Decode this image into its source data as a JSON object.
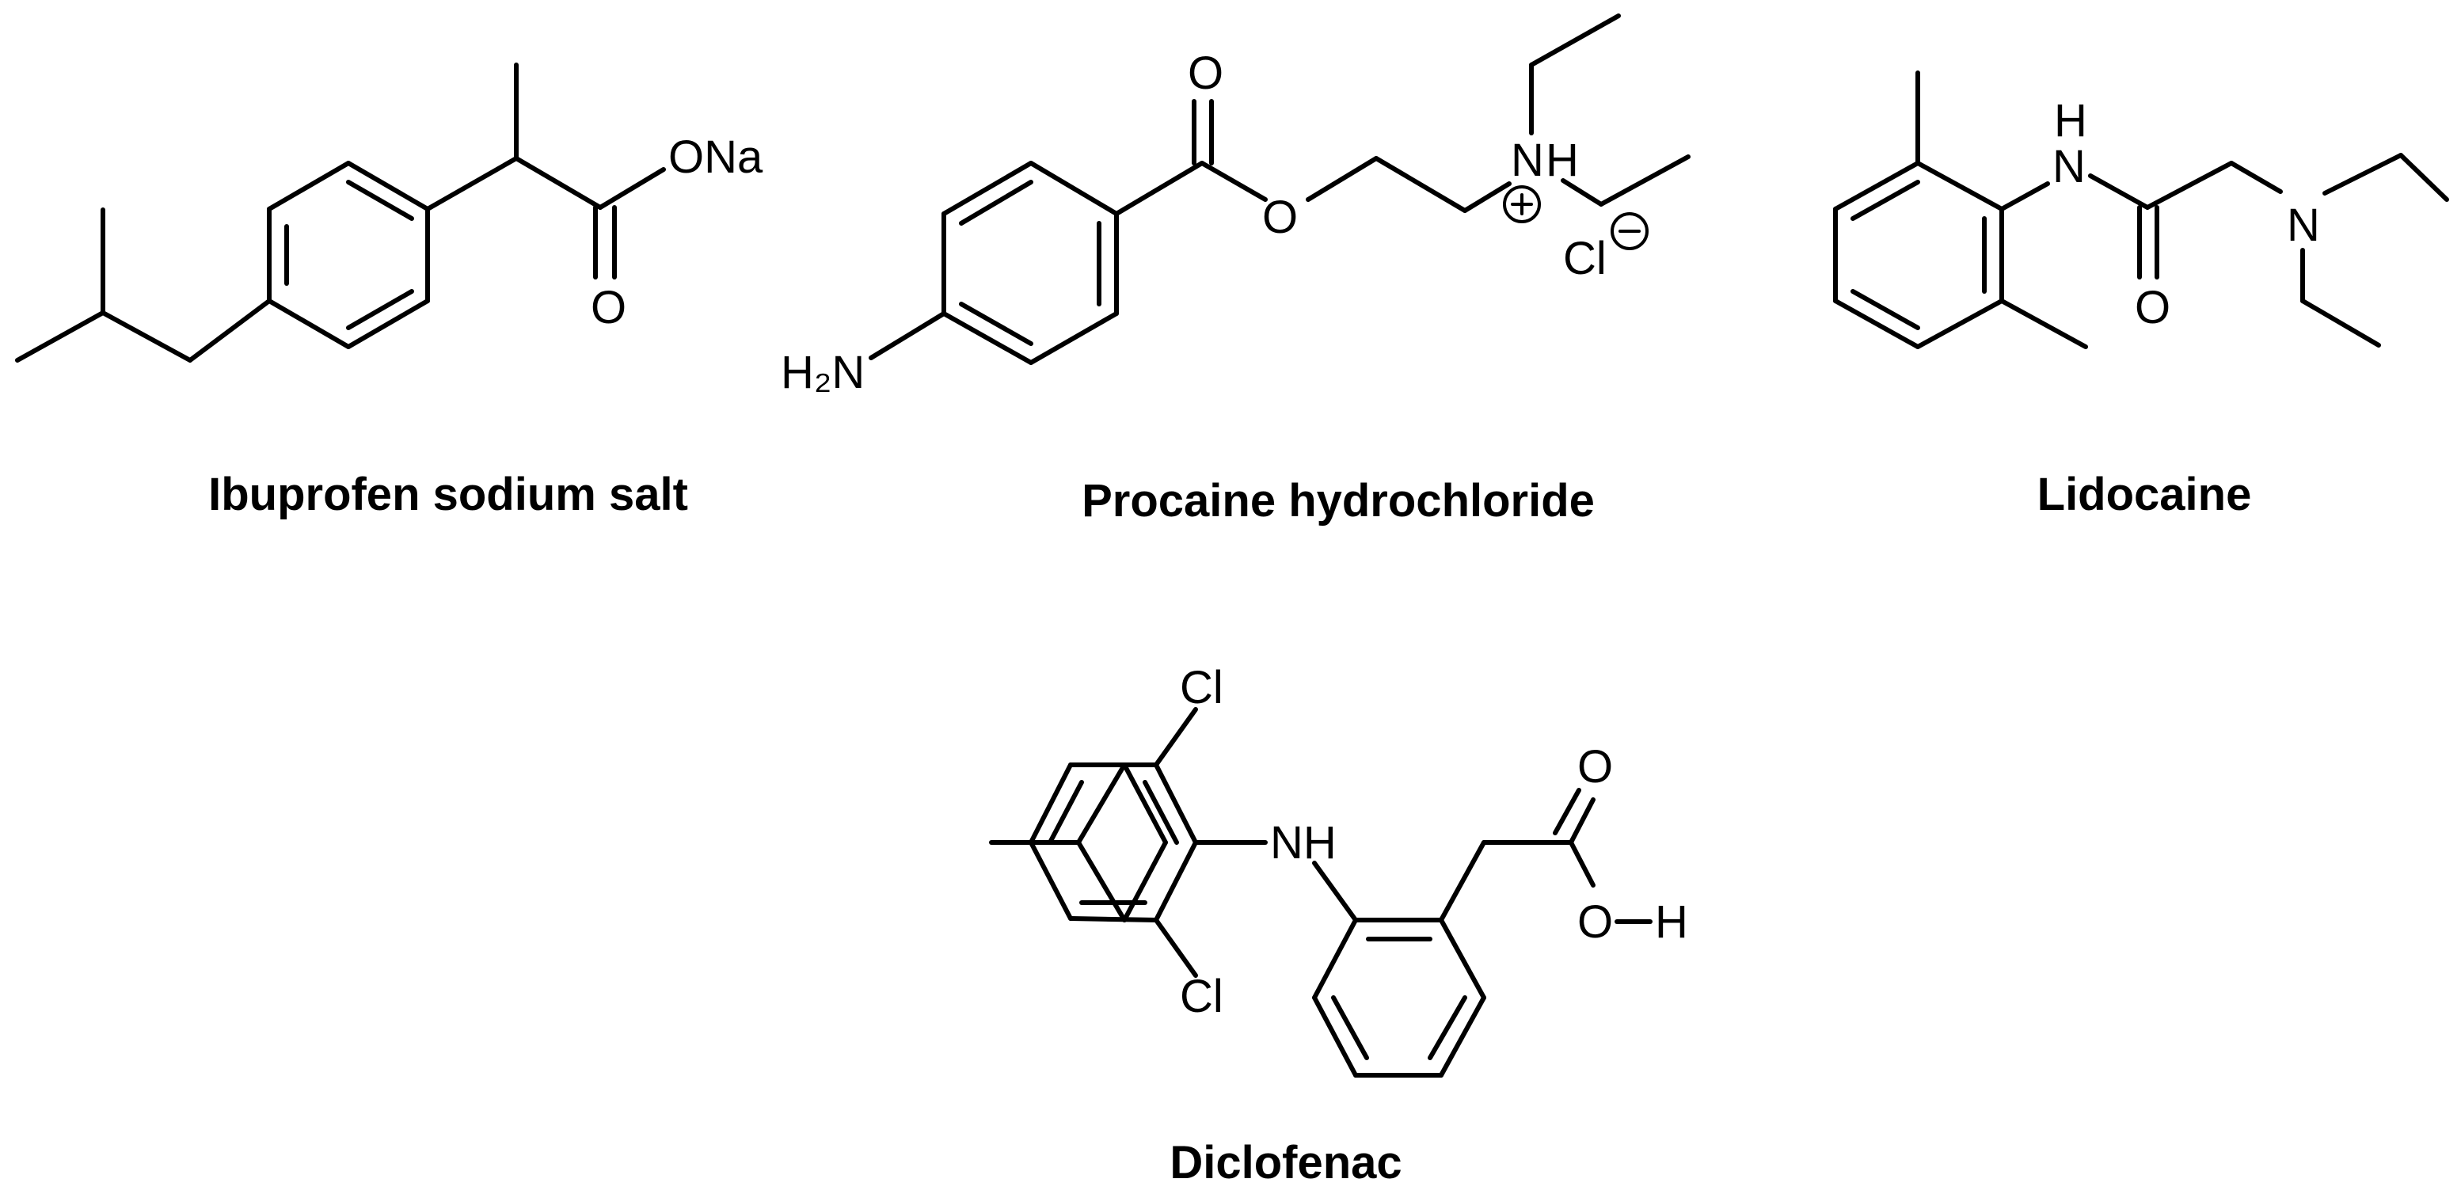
{
  "compounds": [
    {
      "id": "ibuprofen",
      "name": "Ibuprofen sodium salt",
      "atoms": {
        "O_double": "O",
        "O_salt": "ONa"
      }
    },
    {
      "id": "procaine",
      "name": "Procaine hydrochloride",
      "atoms": {
        "O_carbonyl": "O",
        "O_ester": "O",
        "amine": "H₂N",
        "ammonium_N": "N",
        "ammonium_H": "H",
        "chloride": "Cl"
      }
    },
    {
      "id": "lidocaine",
      "name": "Lidocaine",
      "atoms": {
        "amide_H": "H",
        "amide_N": "N",
        "O_carbonyl": "O",
        "N_tertiary": "N"
      }
    },
    {
      "id": "diclofenac",
      "name": "Diclofenac",
      "atoms": {
        "Cl_top": "Cl",
        "Cl_bottom": "Cl",
        "amine": "NH",
        "O_carbonyl": "O",
        "O_hydroxyl": "O",
        "H_hydroxyl": "H"
      }
    }
  ]
}
